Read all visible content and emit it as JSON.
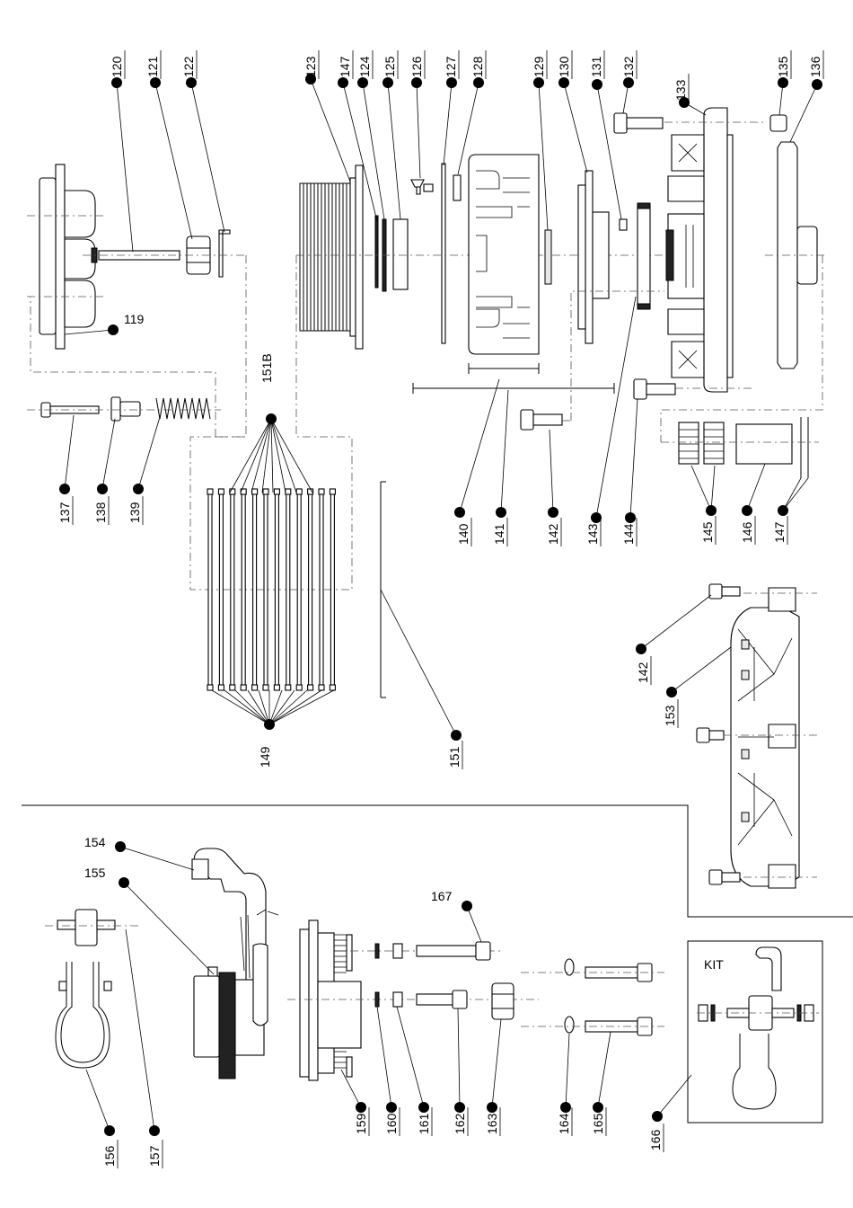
{
  "labels": {
    "l119": "119",
    "l120": "120",
    "l121": "121",
    "l122": "122",
    "l123": "123",
    "l147a": "147",
    "l124": "124",
    "l125": "125",
    "l126": "126",
    "l127": "127",
    "l128": "128",
    "l129": "129",
    "l130": "130",
    "l131": "131",
    "l132": "132",
    "l133": "133",
    "l135": "135",
    "l136": "136",
    "l137": "137",
    "l138": "138",
    "l139": "139",
    "l151b": "151B",
    "l140": "140",
    "l141": "141",
    "l142a": "142",
    "l143": "143",
    "l144": "144",
    "l145": "145",
    "l146": "146",
    "l147b": "147",
    "l142b": "142",
    "l153": "153",
    "l149": "149",
    "l151": "151",
    "l154": "154",
    "l155": "155",
    "l167": "167",
    "l156": "156",
    "l157": "157",
    "l159": "159",
    "l160": "160",
    "l161": "161",
    "l162": "162",
    "l163": "163",
    "l164": "164",
    "l165": "165",
    "l166": "166"
  },
  "kit": {
    "label": "KIT"
  }
}
